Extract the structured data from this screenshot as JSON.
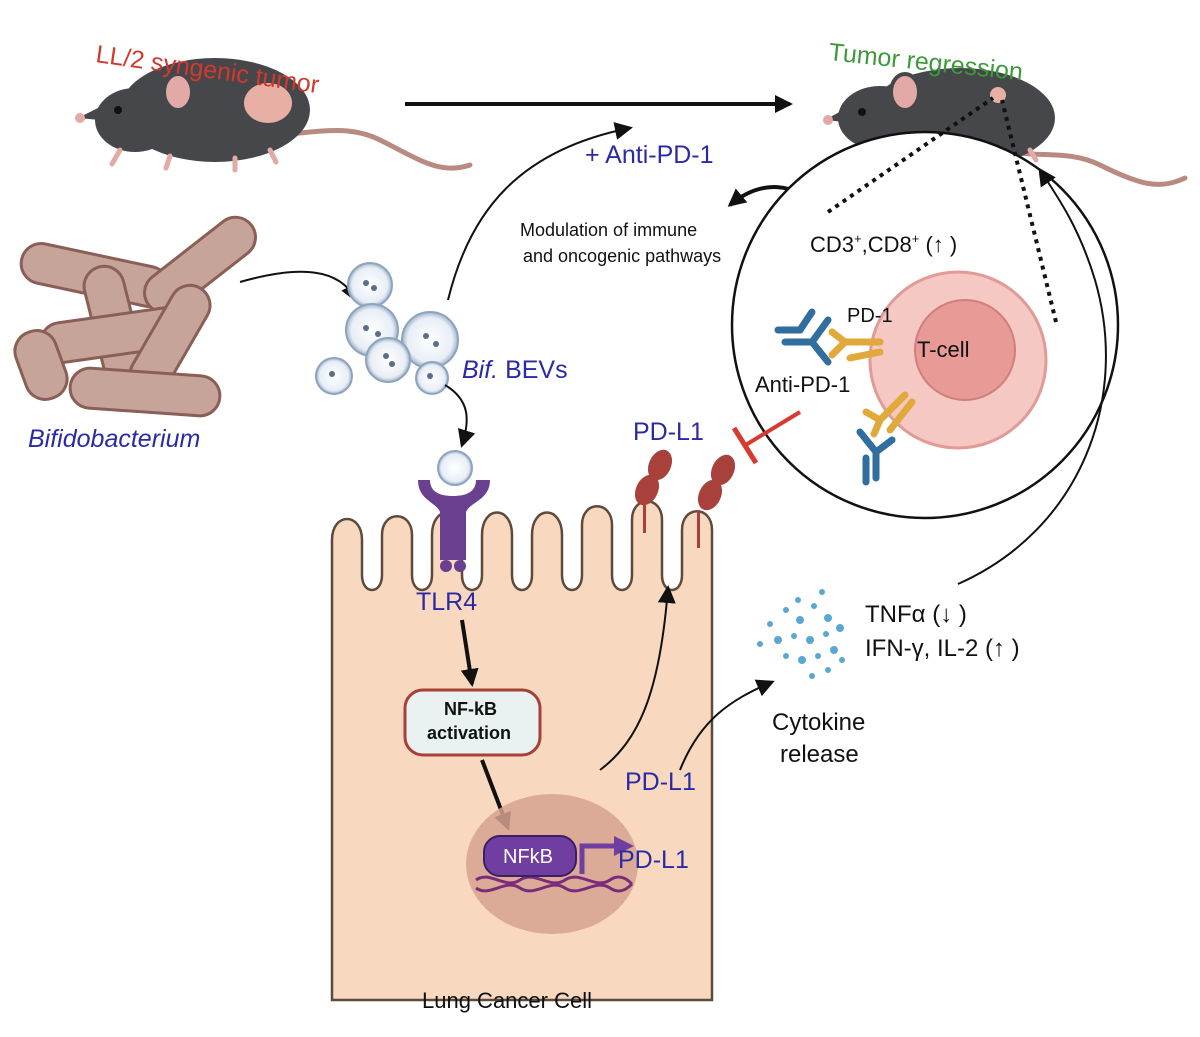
{
  "labels": {
    "tumor_left": "LL/2 syngenic tumor",
    "tumor_right": "Tumor regression",
    "anti_pd1_treatment": "+ Anti-PD-1",
    "modulation_line1": "Modulation of immune",
    "modulation_line2": "and oncogenic pathways",
    "cd3_cd8_prefix": "CD3",
    "cd3_sup": "+",
    "cd8_text": ",CD8",
    "cd8_sup": "+",
    "cd8_arrow": " (↑ )",
    "bifidobacterium": "Bifidobacterium",
    "bevs_italic": "Bif.",
    "bevs_text": " BEVs",
    "pd1": "PD-1",
    "tcell": "T-cell",
    "anti_pd1": "Anti-PD-1",
    "pdl1_top": "PD-L1",
    "tlr4": "TLR4",
    "nfkb_box_line1": "NF-kB",
    "nfkb_box_line2": "activation",
    "pdl1_mid": "PD-L1",
    "nfkb": "NFkB",
    "pdl1_gene": "PD-L1",
    "tnf": "TNFα (↓ )",
    "ifn": "IFN-γ, IL-2 (↑ )",
    "cytokine_line1": "Cytokine",
    "cytokine_line2": "release",
    "cell_name": "Lung Cancer Cell"
  },
  "colors": {
    "red_label": "#d2392c",
    "green_label": "#3c9a3a",
    "blue_label": "#2a2aa6",
    "mouse": "#45474a",
    "cell_fill": "#f8d9bf",
    "cell_stroke": "#5e4a3c",
    "tcell": "#f2b3b0",
    "receptor_purple": "#6b3f8f",
    "pdl1_red": "#a8413b",
    "antibody_blue": "#2f6e9e",
    "pd1_gold": "#e0a93a",
    "bacteria": "#c7a499"
  }
}
